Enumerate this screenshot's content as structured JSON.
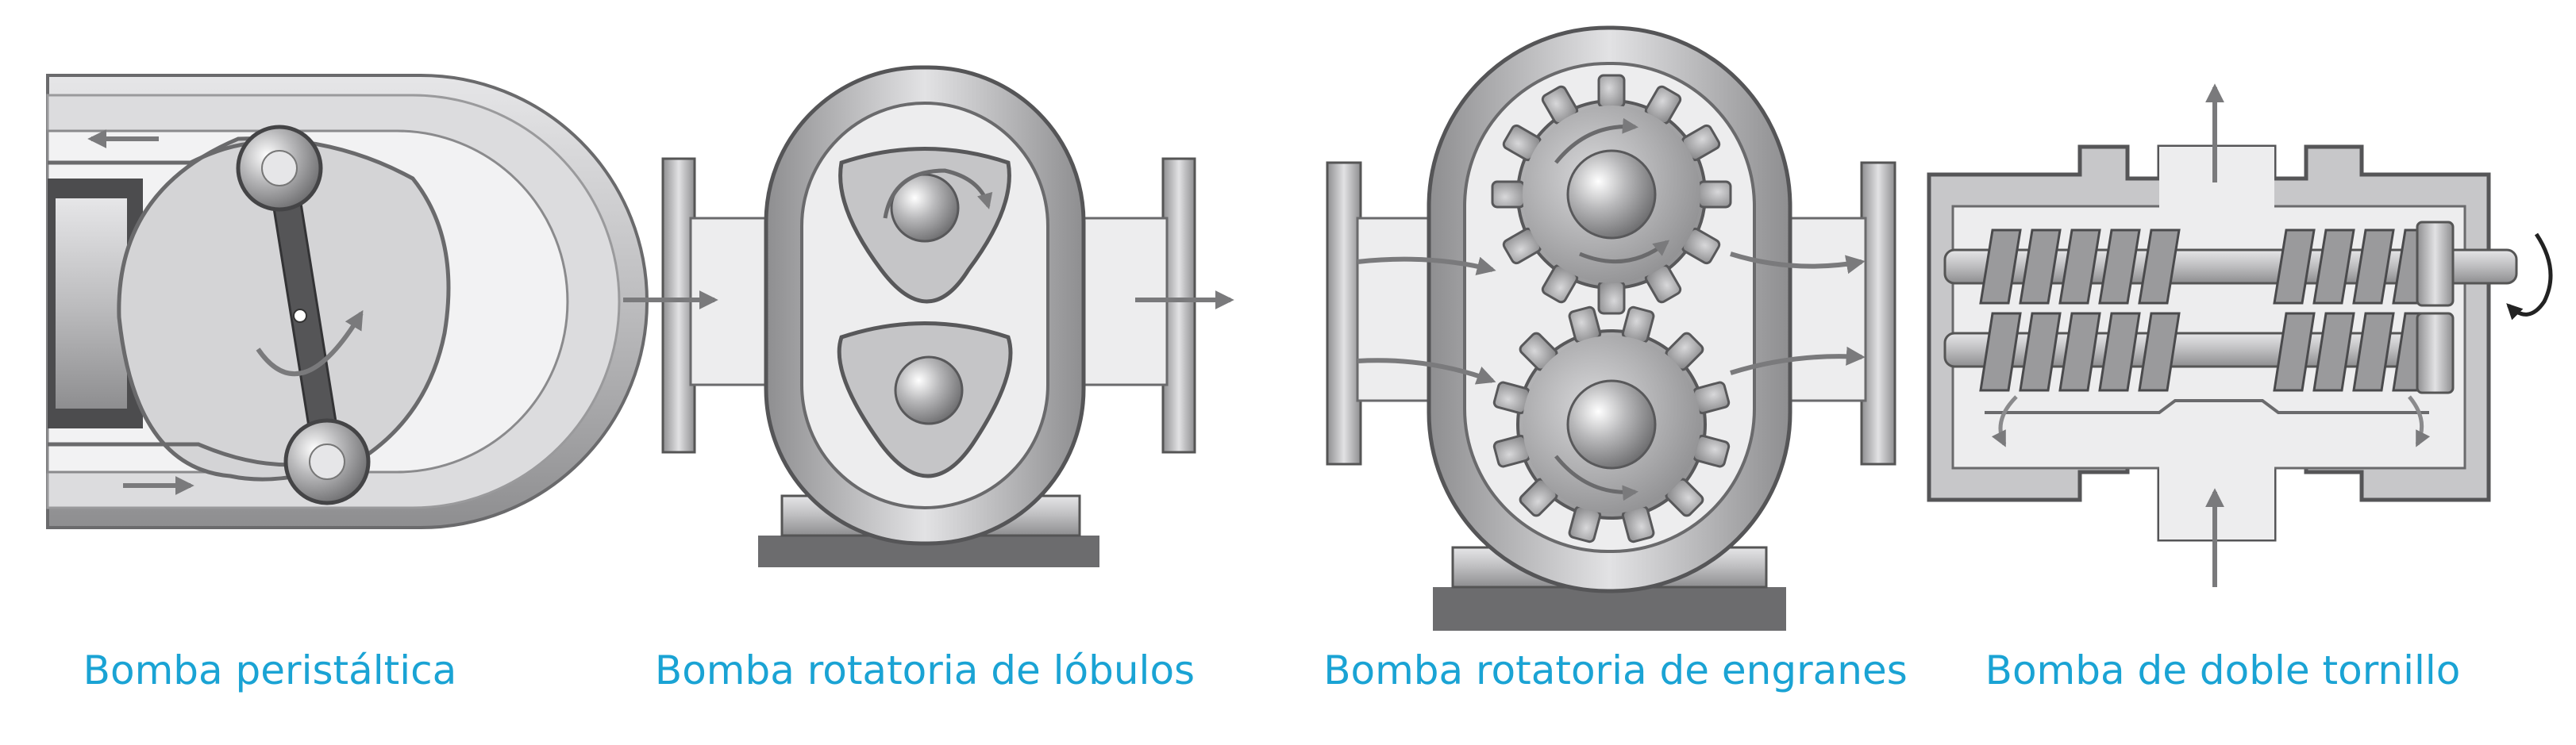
{
  "captions": {
    "peristaltic": "Bomba peristáltica",
    "lobe": "Bomba rotatoria de lóbulos",
    "gear": "Bomba rotatoria de engranes",
    "twin_screw": "Bomba de doble tornillo"
  },
  "colors": {
    "caption": "#1aa3d4",
    "housing": "#c9c9cb",
    "dark_metal": "#5a5a5c",
    "fluid": "#eeeeef",
    "arrow": "#7a7a7c"
  }
}
